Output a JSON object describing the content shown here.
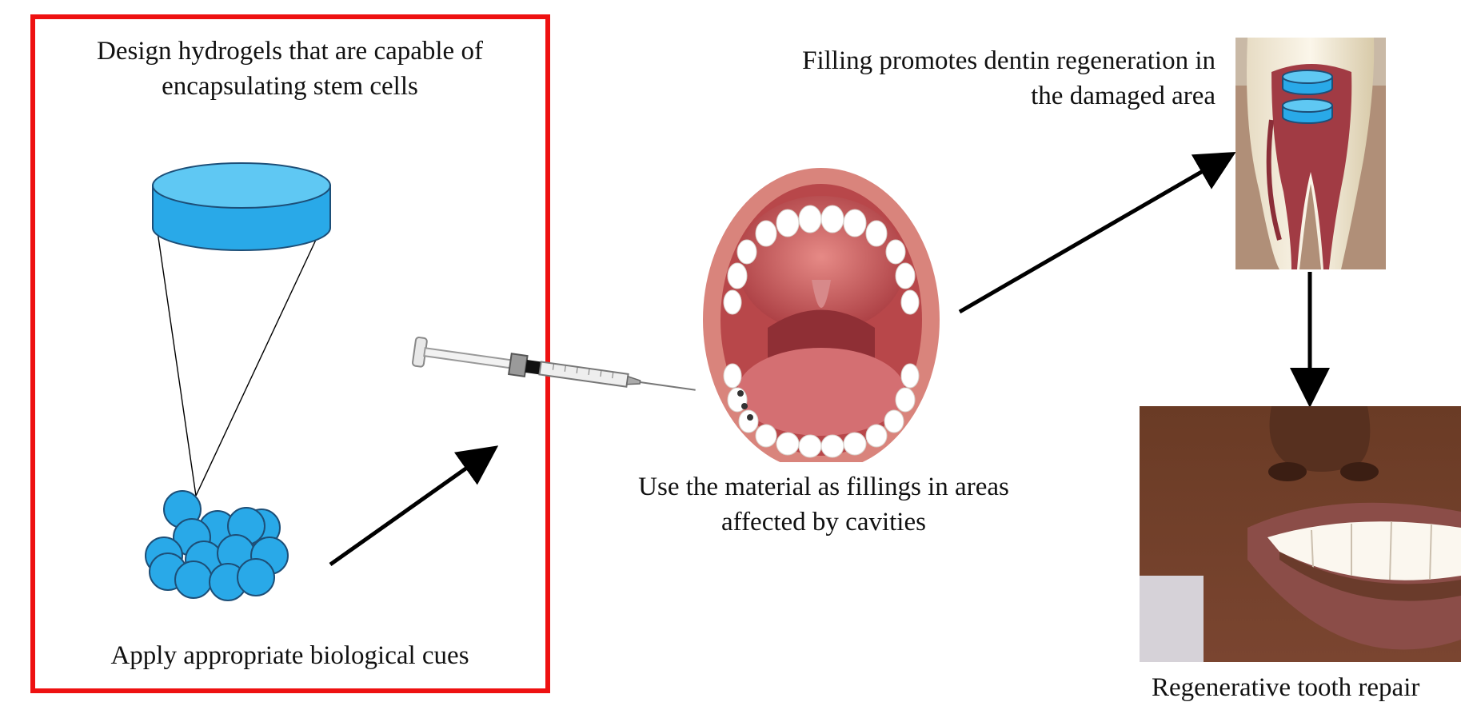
{
  "steps": {
    "design": "Design hydrogels that are capable of encapsulating stem cells",
    "cues": "Apply appropriate biological cues",
    "use": "Use the material as fillings in areas affected by cavities",
    "filling": "Filling promotes dentin regeneration in the damaged area",
    "repair": "Regenerative tooth repair"
  },
  "colors": {
    "frame": "#ee1111",
    "hydrogel": "#29a9e8",
    "hydrogel_top": "#5fc8f3",
    "arrow": "#000000",
    "lip": "#d9847c",
    "mouth_inner": "#b8474a"
  },
  "icons": [
    "hydrogel-disc-icon",
    "stem-cells-icon",
    "syringe-icon",
    "open-mouth-icon",
    "tooth-cross-section-icon",
    "smile-photo-icon"
  ]
}
